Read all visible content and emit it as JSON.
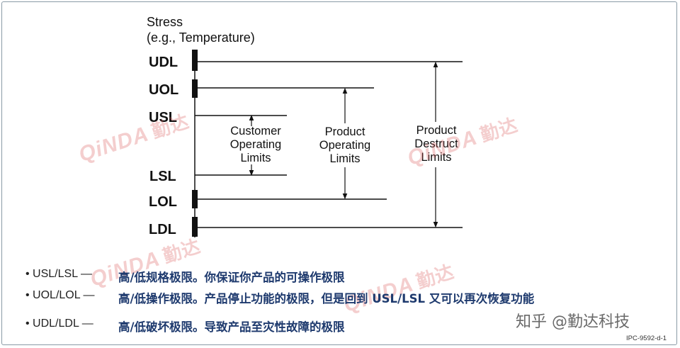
{
  "axis_title": [
    "Stress",
    "(e.g., Temperature)"
  ],
  "levels": {
    "udl": "UDL",
    "uol": "UOL",
    "usl": "USL",
    "lsl": "LSL",
    "lol": "LOL",
    "ldl": "LDL"
  },
  "annotations": {
    "customer": [
      "Customer",
      "Operating",
      "Limits"
    ],
    "product_operating": [
      "Product",
      "Operating",
      "Limits"
    ],
    "product_destruct": [
      "Product",
      "Destruct",
      "Limits"
    ]
  },
  "watermark": {
    "latin": "QiNDA",
    "cn": "勤达"
  },
  "notes": [
    {
      "term": "• USL/LSL —",
      "desc": "高/低规格极限。你保证你产品的可操作极限"
    },
    {
      "term": "• UOL/LOL —",
      "desc": "高/低操作极限。产品停止功能的极限，但是回到 USL/LSL 又可以再次恢复功能"
    },
    {
      "term": "• UDL/LDL —",
      "desc": "高/低破坏极限。导致产品至灾性故障的极限"
    }
  ],
  "brand": "知乎 @勤达科技",
  "figure_id": "IPC-9592-d-1",
  "colors": {
    "note_text": "#1e3a6e",
    "watermark": "#d65050",
    "lines": "#111111"
  }
}
